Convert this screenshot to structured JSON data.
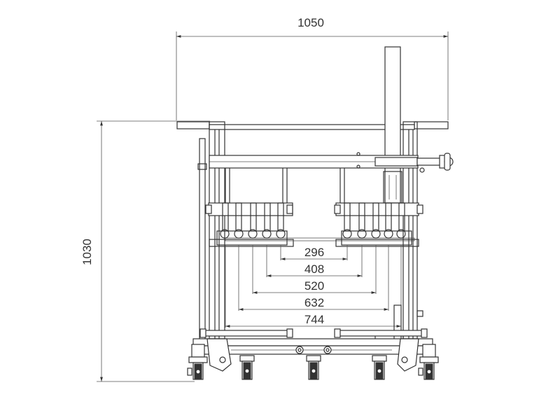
{
  "dimensions": {
    "overall_width": "1050",
    "overall_height": "1030",
    "spacings": [
      "296",
      "408",
      "520",
      "632",
      "744"
    ]
  },
  "colors": {
    "line": "#333333",
    "background": "#ffffff"
  }
}
